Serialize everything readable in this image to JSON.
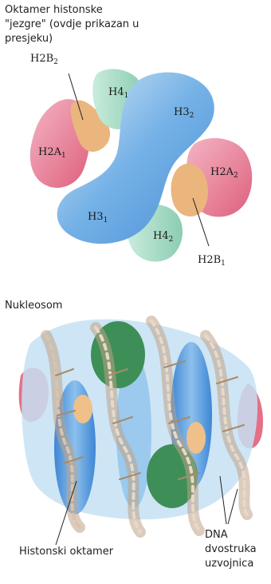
{
  "top_figure": {
    "title_lines": [
      "Oktamer histonske",
      "\"jezgre\" (ovdje prikazan u",
      "presjeku)"
    ],
    "labels": {
      "h2b2": {
        "base": "H2B",
        "sub": "2"
      },
      "h4_1": {
        "base": "H4",
        "sub": "1"
      },
      "h3_2": {
        "base": "H3",
        "sub": "2"
      },
      "h2a1": {
        "base": "H2A",
        "sub": "1"
      },
      "h2a2": {
        "base": "H2A",
        "sub": "2"
      },
      "h3_1": {
        "base": "H3",
        "sub": "1"
      },
      "h4_2": {
        "base": "H4",
        "sub": "2"
      },
      "h2b1": {
        "base": "H2B",
        "sub": "1"
      }
    }
  },
  "bottom_figure": {
    "title": "Nukleosom",
    "label_octamer": "Histonski oktamer",
    "label_dna_lines": [
      "DNA",
      "dvostruka",
      "uzvojnica"
    ]
  },
  "colors": {
    "h2a": "#e87c93",
    "h2b": "#e9b47a",
    "h3": "#6aa9e3",
    "h4": "#9dd3bd",
    "green_histone": "#3b8a55",
    "dna": "#cbb197"
  }
}
